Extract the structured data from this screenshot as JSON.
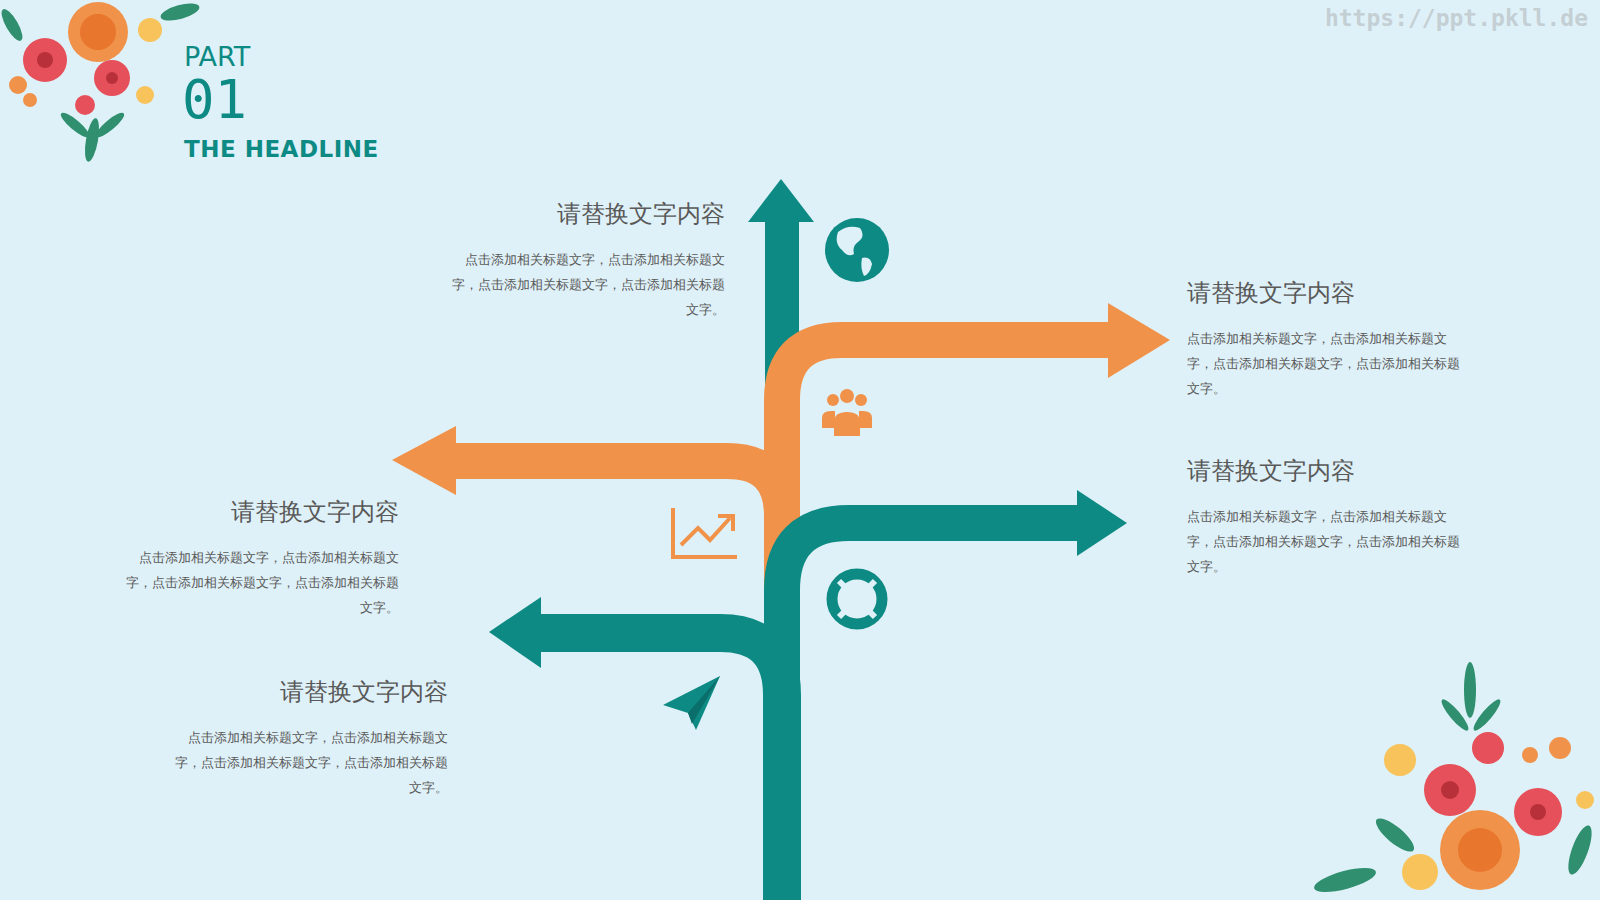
{
  "diagram": {
    "title": "THE HEADLINE",
    "nodes": [
      {
        "text": [
          "请替换文字内容",
          "点击添加相关标题文字，点击添加相关标题文字，点击添加相关标题文字，点击添加相关标题文字。"
        ]
      },
      {
        "text": [
          "请替换文字内容",
          "点击添加相关标题文字，点击添加相关标题文字，点击添加相关标题文字，点击添加相关标题文字。"
        ]
      },
      {
        "text": [
          "请替换文字内容",
          "点击添加相关标题文字，点击添加相关标题文字，点击添加相关标题文字，点击添加相关标题文字。"
        ]
      },
      {
        "text": [
          "请替换文字内容",
          "点击添加相关标题文字，点击添加相关标题文字，点击添加相关标题文字，点击添加相关标题文字。"
        ]
      },
      {
        "text": [
          "请替换文字内容",
          "点击添加相关标题文字，点击添加相关标题文字，点击添加相关标题文字，点击添加相关标题文字。"
        ]
      }
    ],
    "labels": [
      "PART",
      "01",
      "https://ppt.pkll.de"
    ]
  }
}
